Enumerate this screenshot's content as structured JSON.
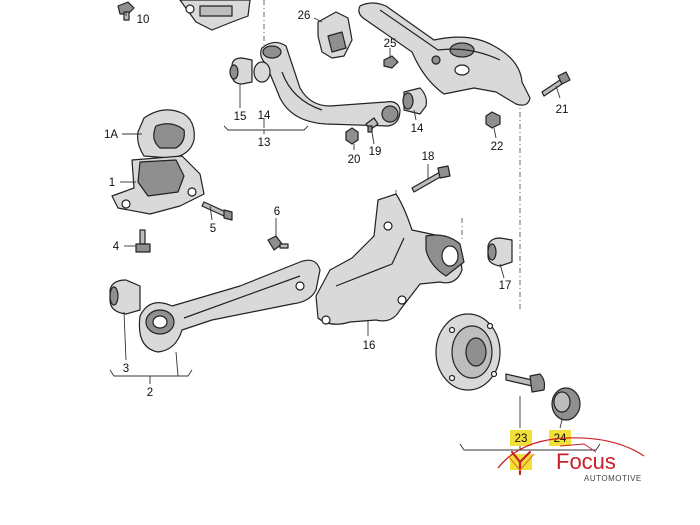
{
  "callouts": {
    "c1": "1",
    "c1a": "1A",
    "c2": "2",
    "c3": "3",
    "c4": "4",
    "c5": "5",
    "c6": "6",
    "c10": "10",
    "c13": "13",
    "c14a": "14",
    "c14b": "14",
    "c15": "15",
    "c16": "16",
    "c17": "17",
    "c18": "18",
    "c19": "19",
    "c20": "20",
    "c21": "21",
    "c22": "22",
    "c23": "23",
    "c24": "24",
    "c25": "25",
    "c26": "26"
  },
  "colors": {
    "part_fill": "#d9d9d9",
    "part_dark": "#8f8f8f",
    "highlight": "#f3df3a",
    "brand_red": "#c8202a"
  },
  "watermark": {
    "name": "Focus",
    "sub": "AUTOMOTIVE"
  }
}
